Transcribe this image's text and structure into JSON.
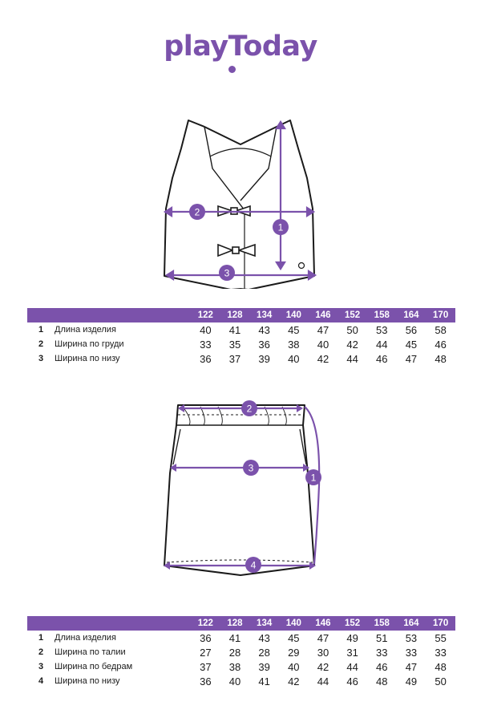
{
  "brand": {
    "logo_text": "playToday",
    "accent_color": "#7b52ab"
  },
  "vest": {
    "markers": [
      "1",
      "2",
      "3"
    ],
    "table": {
      "sizes": [
        "122",
        "128",
        "134",
        "140",
        "146",
        "152",
        "158",
        "164",
        "170"
      ],
      "rows": [
        {
          "num": "1",
          "name": "Длина изделия",
          "values": [
            "40",
            "41",
            "43",
            "45",
            "47",
            "50",
            "53",
            "56",
            "58"
          ]
        },
        {
          "num": "2",
          "name": "Ширина по груди",
          "values": [
            "33",
            "35",
            "36",
            "38",
            "40",
            "42",
            "44",
            "45",
            "46"
          ]
        },
        {
          "num": "3",
          "name": "Ширина по низу",
          "values": [
            "36",
            "37",
            "39",
            "40",
            "42",
            "44",
            "46",
            "47",
            "48"
          ]
        }
      ]
    }
  },
  "skirt": {
    "markers": [
      "1",
      "2",
      "3",
      "4"
    ],
    "table": {
      "sizes": [
        "122",
        "128",
        "134",
        "140",
        "146",
        "152",
        "158",
        "164",
        "170"
      ],
      "rows": [
        {
          "num": "1",
          "name": "Длина изделия",
          "values": [
            "36",
            "41",
            "43",
            "45",
            "47",
            "49",
            "51",
            "53",
            "55"
          ]
        },
        {
          "num": "2",
          "name": "Ширина по талии",
          "values": [
            "27",
            "28",
            "28",
            "29",
            "30",
            "31",
            "33",
            "33",
            "33"
          ]
        },
        {
          "num": "3",
          "name": "Ширина по бедрам",
          "values": [
            "37",
            "38",
            "39",
            "40",
            "42",
            "44",
            "46",
            "47",
            "48"
          ]
        },
        {
          "num": "4",
          "name": "Ширина по низу",
          "values": [
            "36",
            "40",
            "41",
            "42",
            "44",
            "46",
            "48",
            "49",
            "50"
          ]
        }
      ]
    }
  }
}
